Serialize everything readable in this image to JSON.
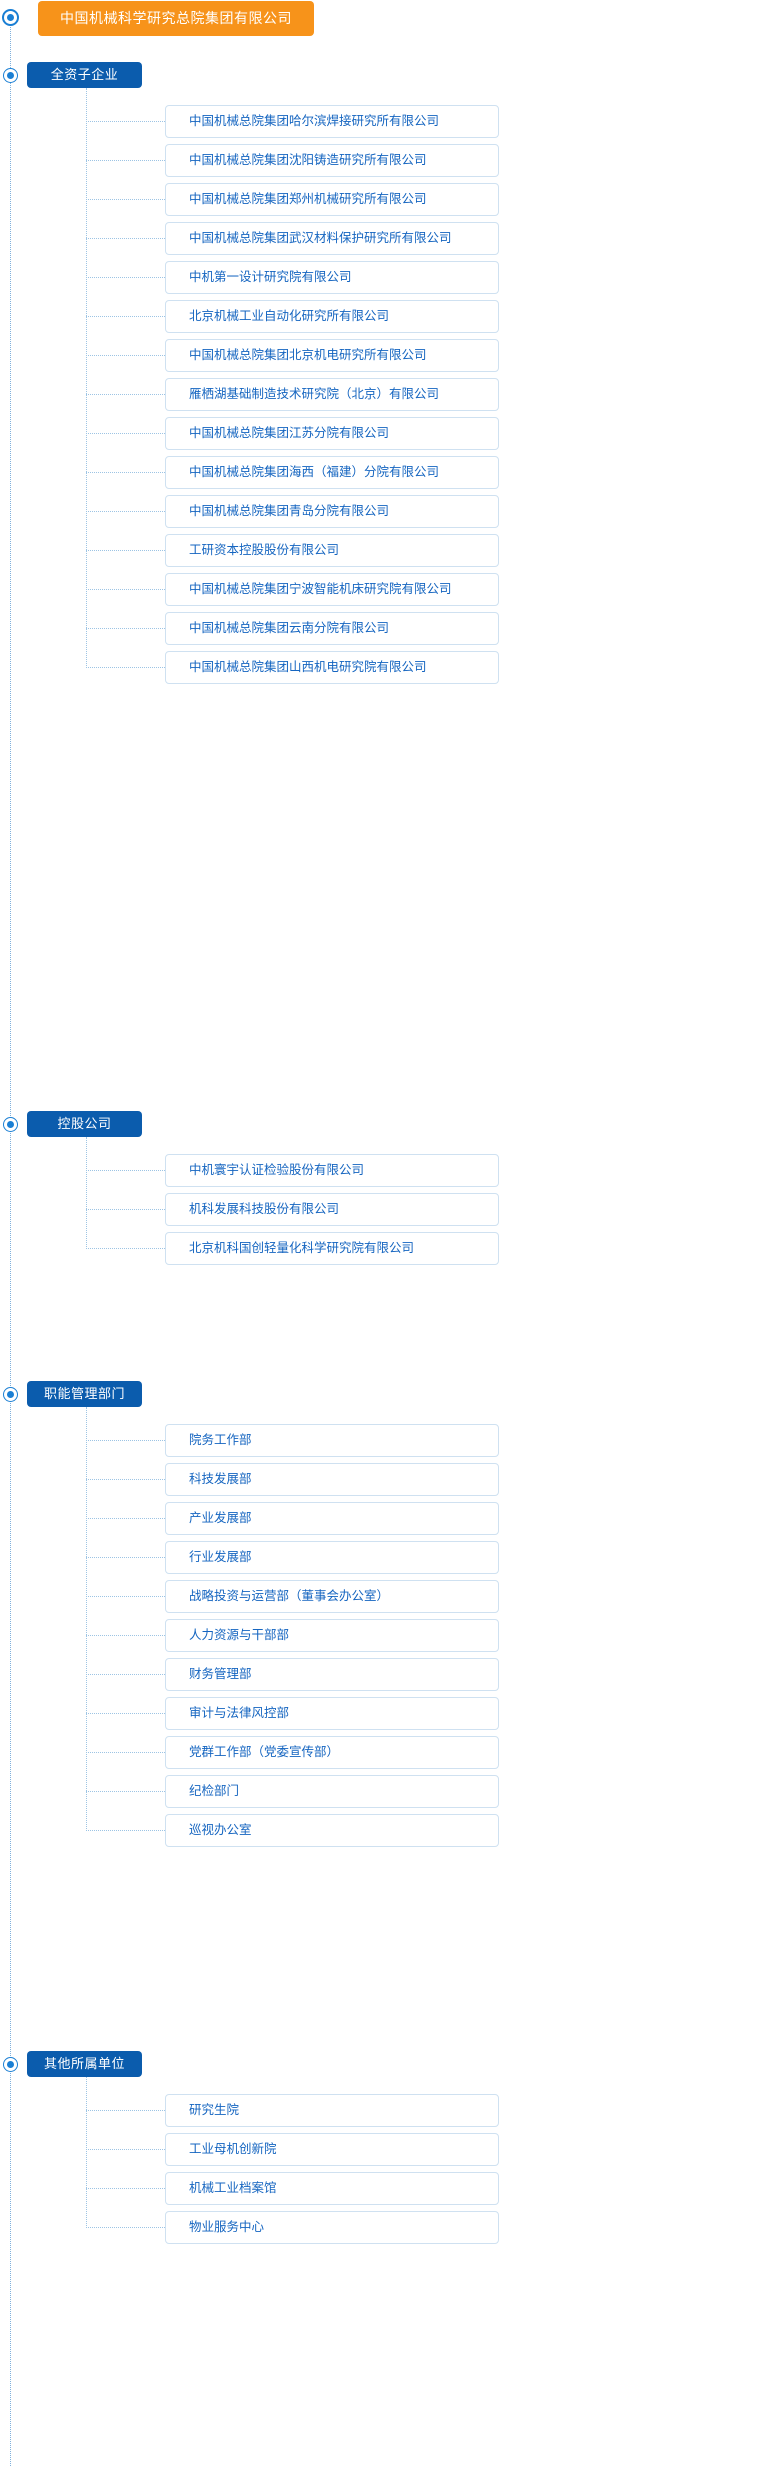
{
  "root": {
    "label": "中国机械科学研究总院集团有限公司",
    "color": "#f7931a"
  },
  "theme": {
    "section_header_color": "#0b5cad",
    "item_text_color": "#1565c0",
    "item_border_color": "#cfe1f1",
    "connector_color": "#9dc4e4",
    "spine_color": "#7fb0dc"
  },
  "sections": [
    {
      "label": "全资子企业",
      "items": [
        "中国机械总院集团哈尔滨焊接研究所有限公司",
        "中国机械总院集团沈阳铸造研究所有限公司",
        "中国机械总院集团郑州机械研究所有限公司",
        "中国机械总院集团武汉材料保护研究所有限公司",
        "中机第一设计研究院有限公司",
        "北京机械工业自动化研究所有限公司",
        "中国机械总院集团北京机电研究所有限公司",
        "雁栖湖基础制造技术研究院（北京）有限公司",
        "中国机械总院集团江苏分院有限公司",
        "中国机械总院集团海西（福建）分院有限公司",
        "中国机械总院集团青岛分院有限公司",
        "工研资本控股股份有限公司",
        "中国机械总院集团宁波智能机床研究院有限公司",
        "中国机械总院集团云南分院有限公司",
        "中国机械总院集团山西机电研究院有限公司"
      ]
    },
    {
      "label": "控股公司",
      "items": [
        "中机寰宇认证检验股份有限公司",
        "机科发展科技股份有限公司",
        "北京机科国创轻量化科学研究院有限公司"
      ]
    },
    {
      "label": "职能管理部门",
      "items": [
        "院务工作部",
        "科技发展部",
        "产业发展部",
        "行业发展部",
        "战略投资与运营部（董事会办公室）",
        "人力资源与干部部",
        "财务管理部",
        "审计与法律风控部",
        "党群工作部（党委宣传部）",
        "纪检部门",
        "巡视办公室"
      ]
    },
    {
      "label": "其他所属单位",
      "items": [
        "研究生院",
        "工业母机创新院",
        "机械工业档案馆",
        "物业服务中心"
      ]
    }
  ]
}
